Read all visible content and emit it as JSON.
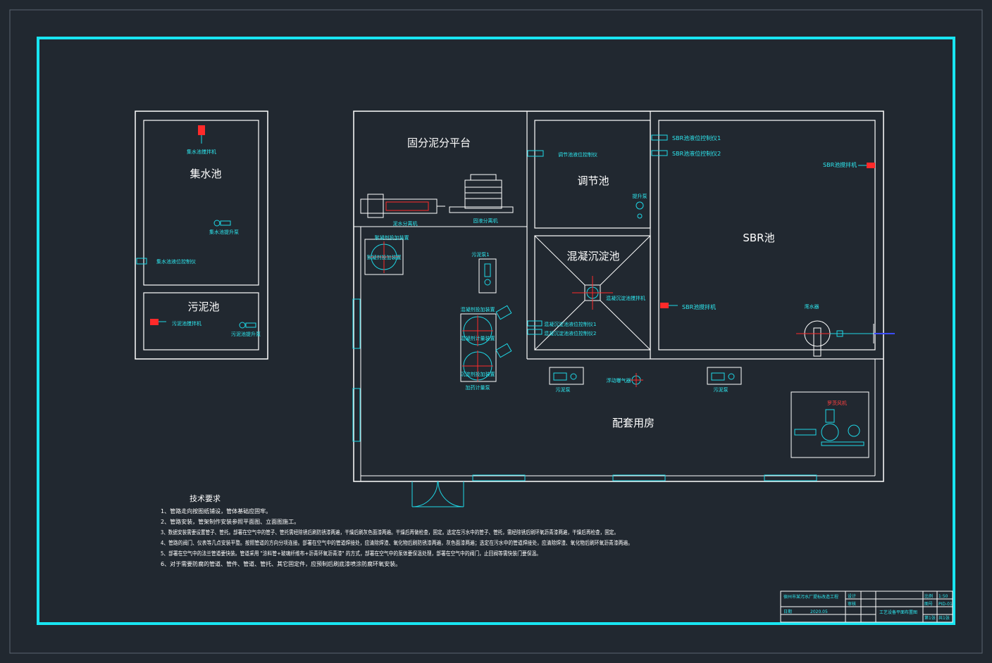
{
  "drawing": {
    "rooms": {
      "collection_tank": "集水池",
      "sludge_tank": "污泥池",
      "solids_platform": "固分泥分平台",
      "equalization_tank": "调节池",
      "coag_tank": "混凝沉淀池",
      "sbr_tank": "SBR池",
      "support_room": "配套用房"
    },
    "equipment": {
      "collection_mixer": "集水池搅拌机",
      "collection_pump": "集水池提升泵",
      "collection_level": "集水池液位控制仪",
      "sludge_mixer": "污泥池搅拌机",
      "sludge_pump": "污泥池提升泵",
      "filter_press": "泥水分离机",
      "solid_separator": "固液分离机",
      "eq_level": "调节池液位控制仪",
      "lift_pump": "提升泵",
      "dosing_device": "絮凝剂投加装置",
      "dosing_label": "絮凝剂投加装置",
      "sewage_pump": "污泥泵1",
      "pac_tank": "混凝剂投加装置",
      "pac_tank2": "混凝剂计量装置",
      "pam_tank": "沉淀剂投加装置",
      "dosing_pump": "加药计量泵",
      "coag_mixer": "混凝沉淀池搅拌机",
      "coag_level1": "混凝沉淀池液位控制仪1",
      "coag_level2": "混凝沉淀池液位控制仪2",
      "sbr_level1": "SBR池液位控制仪1",
      "sbr_level2": "SBR池液位控制仪2",
      "sbr_mixer1": "SBR池搅拌机",
      "sbr_mixer2": "SBR池搅拌机",
      "decanter": "滗水器",
      "blower1": "污泥泵",
      "blower2": "污泥泵",
      "aerator": "浮动曝气器",
      "blower_main": "罗茨风机"
    },
    "notes": {
      "title": "技术要求",
      "items": [
        "1、管路走向按图纸铺设，管体基础应固牢。",
        "2、管路安装，管架制作安装参照平面图、立面图施工。",
        "3、数据安装需要设置管子、管托。部署在空气中的管子、管托需经除锈后刷防锈漆两遍，干燥后刷灰色面漆两遍。干燥后再做检查，固定。选定在污水中的管子、管托，需经除锈后刷环氧沥青漆两遍，干燥后再检查，固定。",
        "4、管路的阀门、仪表等几点安装平整。按照管道的方向分项连接。部署在空气中的管道焊接处，应清除焊渣、氧化物后刷防锈漆两遍，灰色面漆两遍；选定在污水中的管道焊接处，应清除焊渣、氧化物后刷环氧沥青漆两遍。",
        "5、部署在空气中的法兰管道要快装。管道采用 \"涂料管+玻璃纤维布+沥青环氧沥青漆\" 的方式，部署在空气中的泵体要保温处理，部署在空气中的阀门，止回阀等需快装门要保温。",
        "6、对于需要防腐的管道、管件、管道、管托、其它固定件，应预制后刷底漆喷涂防腐环氧安装。"
      ]
    },
    "title_block": {
      "r1": "宿州市某污水厂提标改造工程",
      "r2": "设计",
      "r3": "审核",
      "r4": "工艺设备平面布置图",
      "r5": "比例",
      "r6": "1:50",
      "r7": "图号",
      "r8": "PID-01",
      "r9": "日期",
      "r10": "2020.05",
      "r11": "第1张",
      "r12": "共1张"
    }
  },
  "colors": {
    "background": "#212830",
    "frame": "#18e5f2",
    "wall": "#ffffff",
    "equipment": "#1ed7e6",
    "marker": "#ff2a2a"
  }
}
